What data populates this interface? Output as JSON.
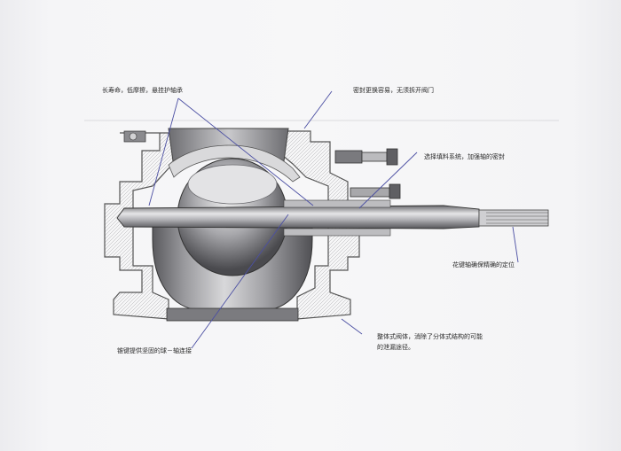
{
  "callouts": {
    "top_left": "长寿命，低摩擦，悬挂护轴承",
    "top_right": "密封更换容易，无须拆开阀门",
    "right_upper": "选择填料系统，加强轴的密封",
    "right_lower": "花键轴确保精确的定位",
    "bottom_left": "锥键提供坚固的球－轴连接",
    "bottom_right_line1": "整体式阀体，消除了分体式结构的可能",
    "bottom_right_line2": "的泄漏途径。"
  }
}
